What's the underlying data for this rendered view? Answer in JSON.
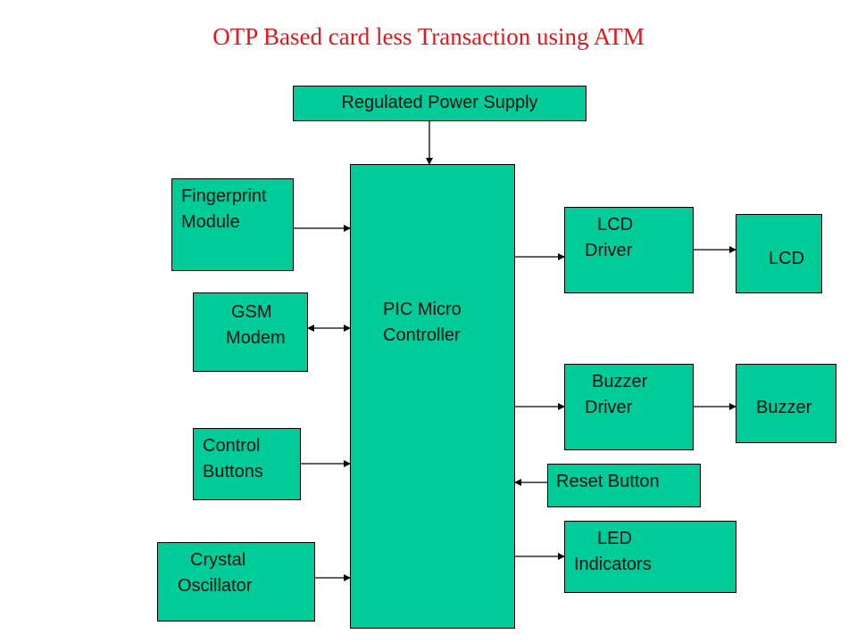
{
  "title": "OTP Based card less Transaction using ATM",
  "colors": {
    "block_fill": "#00cc99",
    "title": "#e8141c",
    "line": "#000000"
  },
  "blocks": {
    "power_supply": {
      "label": "Regulated Power Supply"
    },
    "fingerprint": {
      "line1": "Fingerprint",
      "line2": "Module"
    },
    "gsm": {
      "line1": "GSM",
      "line2": "Modem"
    },
    "control_buttons": {
      "line1": "Control",
      "line2": "Buttons"
    },
    "crystal": {
      "line1": "Crystal",
      "line2": "Oscillator"
    },
    "pic": {
      "line1": "PIC Micro",
      "line2": "Controller"
    },
    "lcd_driver": {
      "line1": "LCD",
      "line2": "Driver"
    },
    "lcd": {
      "label": "LCD"
    },
    "buzzer_driver": {
      "line1": "Buzzer",
      "line2": "Driver"
    },
    "buzzer": {
      "label": "Buzzer"
    },
    "reset": {
      "label": "Reset Button"
    },
    "led": {
      "line1": "LED",
      "line2": "Indicators"
    }
  },
  "connections": [
    {
      "from": "Regulated Power Supply",
      "to": "PIC Micro Controller",
      "direction": "one-way"
    },
    {
      "from": "Fingerprint Module",
      "to": "PIC Micro Controller",
      "direction": "one-way"
    },
    {
      "from": "GSM Modem",
      "to": "PIC Micro Controller",
      "direction": "bidirectional"
    },
    {
      "from": "Control Buttons",
      "to": "PIC Micro Controller",
      "direction": "one-way"
    },
    {
      "from": "Crystal Oscillator",
      "to": "PIC Micro Controller",
      "direction": "one-way"
    },
    {
      "from": "PIC Micro Controller",
      "to": "LCD Driver",
      "direction": "one-way"
    },
    {
      "from": "LCD Driver",
      "to": "LCD",
      "direction": "one-way"
    },
    {
      "from": "PIC Micro Controller",
      "to": "Buzzer Driver",
      "direction": "one-way"
    },
    {
      "from": "Buzzer Driver",
      "to": "Buzzer",
      "direction": "one-way"
    },
    {
      "from": "Reset Button",
      "to": "PIC Micro Controller",
      "direction": "one-way"
    },
    {
      "from": "PIC Micro Controller",
      "to": "LED Indicators",
      "direction": "one-way"
    }
  ]
}
